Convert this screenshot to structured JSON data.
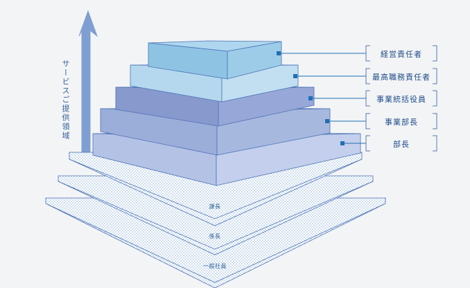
{
  "vertical_label": "サービスご提供領域",
  "upper_levels": [
    {
      "label": "経営責任者"
    },
    {
      "label": "最高職務責任者"
    },
    {
      "label": "事業統括役員"
    },
    {
      "label": "事業部長"
    },
    {
      "label": "部長"
    }
  ],
  "lower_levels": [
    {
      "label": "課長"
    },
    {
      "label": "係長"
    },
    {
      "label": "一般社員"
    }
  ],
  "colors": {
    "background": "#f3f4f5",
    "arrow": "#7f9fd2",
    "outline": "#4d74b5",
    "dots": "#5b8fc9",
    "tier_1_top": "#aed6ee",
    "tier_1_front": "#8ec3e4",
    "tier_1_side": "#9dcce9",
    "tier_2_top": "#cfe6f5",
    "tier_2_front": "#b5d8ef",
    "tier_2_side": "#c2dff2",
    "tier_3_top": "#a9b8e1",
    "tier_3_front": "#8899cd",
    "tier_3_side": "#97a7d7",
    "tier_4_top": "#b6c3e7",
    "tier_4_front": "#9badd9",
    "tier_4_side": "#a7b8df",
    "tier_5_top": "#d3dbf1",
    "tier_5_front": "#b4c2e6",
    "tier_5_side": "#c3cfec"
  }
}
